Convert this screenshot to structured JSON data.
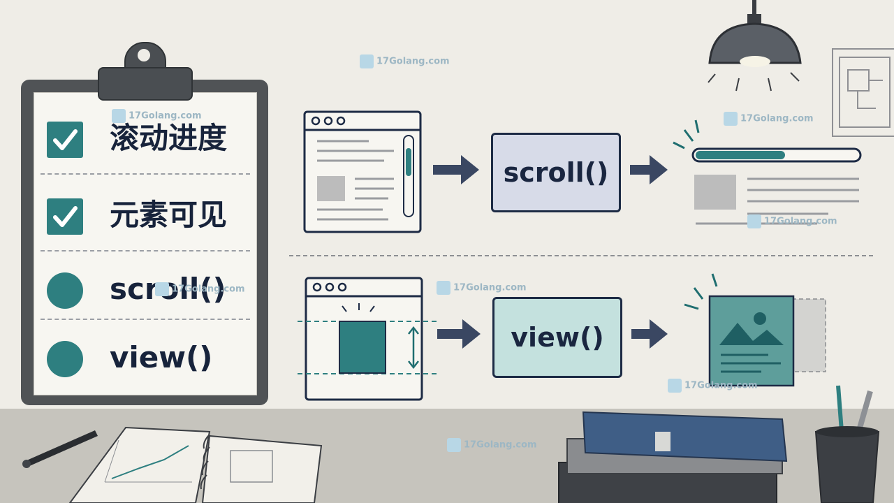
{
  "checklist": {
    "items": [
      {
        "label": "滚动进度",
        "state": "checked"
      },
      {
        "label": "元素可见",
        "state": "checked"
      },
      {
        "label": "scroll()",
        "state": "dot"
      },
      {
        "label": "view()",
        "state": "dot"
      }
    ]
  },
  "flows": {
    "scroll_function": "scroll()",
    "view_function": "view()"
  },
  "watermark": {
    "text": "17Golang.com"
  },
  "colors": {
    "teal": "#2e7f80",
    "navy": "#1d2b45",
    "scroll_box_fill": "#d7dbe8",
    "view_box_fill": "#c4e1de",
    "background": "#efede7"
  },
  "icons": [
    "checkbox-icon",
    "browser-window-icon",
    "arrow-right-icon",
    "progress-bar-icon",
    "image-card-icon",
    "lamp-icon",
    "pen-icon",
    "pencil-cup-icon",
    "books-icon",
    "notebook-icon"
  ]
}
